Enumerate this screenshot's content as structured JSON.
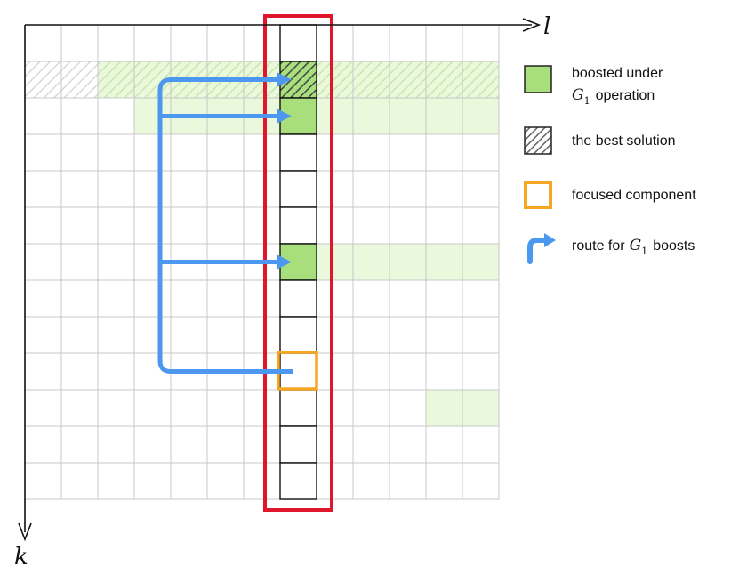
{
  "axes": {
    "x_label": "l",
    "y_label": "k"
  },
  "grid": {
    "columns": 13,
    "rows": 13,
    "focus_column": 7,
    "highlight_column_cells": 13,
    "best_solution_row": 1,
    "best_solution_light_columns": [
      0,
      1
    ],
    "boosted_cells": [
      {
        "row": 1,
        "col": 7
      },
      {
        "row": 2,
        "col": 7
      },
      {
        "row": 6,
        "col": 7
      }
    ],
    "light_green_rows": [
      {
        "row": 1,
        "cols": [
          2,
          3,
          4,
          5,
          6,
          8,
          9,
          10,
          11,
          12
        ]
      },
      {
        "row": 2,
        "cols": [
          3,
          4,
          5,
          6,
          8,
          9,
          10,
          11,
          12
        ]
      },
      {
        "row": 6,
        "cols": [
          8,
          9,
          10,
          11,
          12
        ]
      },
      {
        "row": 10,
        "cols": [
          11,
          12
        ]
      }
    ],
    "focused_cell": {
      "row": 9,
      "col": 7
    },
    "route_targets_rows": [
      1,
      2,
      6
    ]
  },
  "legend": {
    "boosted_label_line1": "boosted under",
    "boosted_label_math": "G",
    "boosted_label_sub": "1",
    "boosted_label_line2_rest": "operation",
    "best_label": "the best solution",
    "focused_label": "focused component",
    "route_label_pre": "route for",
    "route_label_math": "G",
    "route_label_sub": "1",
    "route_label_post": "boosts"
  },
  "colors": {
    "grid_line": "#c8c8c8",
    "column_frame": "#e0162b",
    "boosted_fill": "#a8de7c",
    "light_green_fill": "#eaf8dc",
    "light_green_stroke": "#b9d8a1",
    "focused_stroke": "#f5a623",
    "route": "#4c97ef",
    "hatch_dark": "#555555",
    "hatch_light": "#d8d8d8"
  }
}
